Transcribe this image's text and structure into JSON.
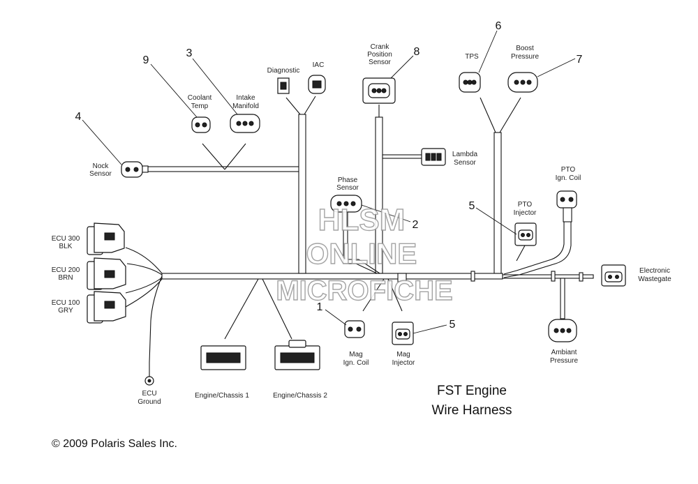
{
  "title": {
    "line1": "FST Engine",
    "line2": "Wire Harness"
  },
  "copyright": "© 2009 Polaris Sales Inc.",
  "watermark": {
    "line1": "HLSM",
    "line2": "ONLINE",
    "line3": "MICROFICHE"
  },
  "labels": {
    "coolant_temp": [
      "Coolant",
      "Temp"
    ],
    "intake_manifold": [
      "Intake",
      "Manifold"
    ],
    "diagnostic": "Diagnostic",
    "iac": "IAC",
    "crank_position_sensor": [
      "Crank",
      "Position",
      "Sensor"
    ],
    "tps": "TPS",
    "boost_pressure": [
      "Boost",
      "Pressure"
    ],
    "knock_sensor": [
      "Nock",
      "Sensor"
    ],
    "lambda_sensor": [
      "Lambda",
      "Sensor"
    ],
    "phase_sensor": [
      "Phase",
      "Sensor"
    ],
    "pto_ign_coil": [
      "PTO",
      "Ign. Coil"
    ],
    "pto_injector": [
      "PTO",
      "Injector"
    ],
    "ecu_300": [
      "ECU 300",
      "BLK"
    ],
    "ecu_200": [
      "ECU 200",
      "BRN"
    ],
    "ecu_100": [
      "ECU 100",
      "GRY"
    ],
    "electronic_wastegate": [
      "Electronic",
      "Wastegate"
    ],
    "mag_ign_coil": [
      "Mag",
      "Ign. Coil"
    ],
    "mag_injector": [
      "Mag",
      "Injector"
    ],
    "ambiant_pressure": [
      "Ambiant",
      "Pressure"
    ],
    "ecu_ground": [
      "ECU",
      "Ground"
    ],
    "engine_chassis_1": "Engine/Chassis 1",
    "engine_chassis_2": "Engine/Chassis 2"
  },
  "callouts": {
    "c9": "9",
    "c3": "3",
    "c4": "4",
    "c8": "8",
    "c6": "6",
    "c7": "7",
    "c2": "2",
    "c5_pto": "5",
    "c1": "1",
    "c5_mag": "5"
  }
}
